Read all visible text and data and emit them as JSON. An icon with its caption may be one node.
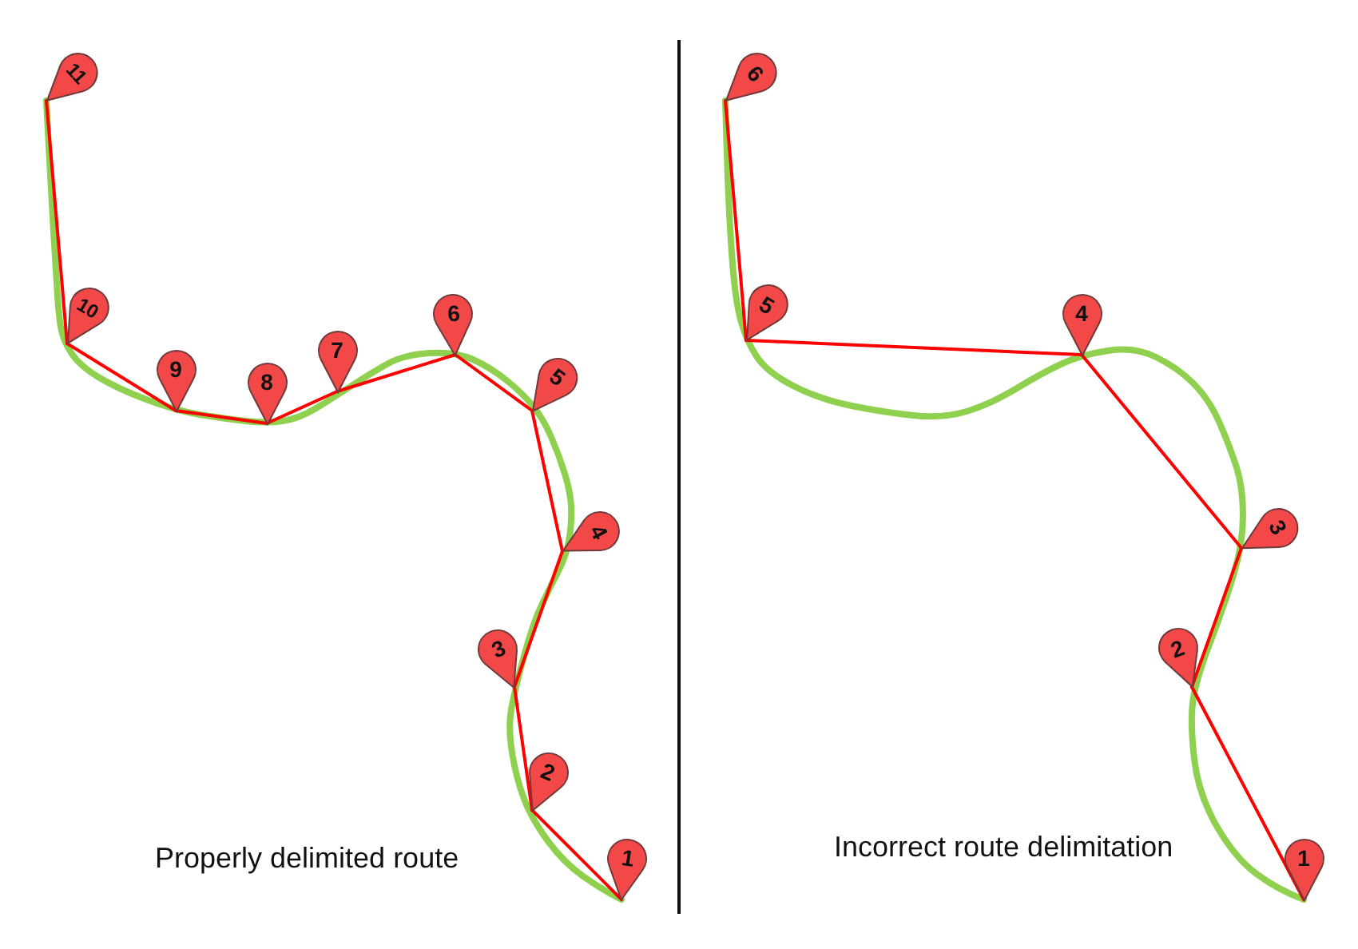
{
  "diagram": {
    "nodes": [
      {
        "text": [
          "1"
        ]
      },
      {
        "text": [
          "2"
        ]
      },
      {
        "text": [
          "3"
        ]
      },
      {
        "text": [
          "4"
        ]
      },
      {
        "text": [
          "5"
        ]
      },
      {
        "text": [
          "6"
        ]
      },
      {
        "text": [
          "7"
        ]
      },
      {
        "text": [
          "8"
        ]
      },
      {
        "text": [
          "9"
        ]
      },
      {
        "text": [
          "10"
        ]
      },
      {
        "text": [
          "11"
        ]
      },
      {
        "text": [
          "1"
        ]
      },
      {
        "text": [
          "2"
        ]
      },
      {
        "text": [
          "3"
        ]
      },
      {
        "text": [
          "4"
        ]
      },
      {
        "text": [
          "5"
        ]
      },
      {
        "text": [
          "6"
        ]
      }
    ],
    "edges": [
      {
        "from": 0,
        "to": 1,
        "arrow": "none"
      },
      {
        "from": 1,
        "to": 2,
        "arrow": "none"
      },
      {
        "from": 2,
        "to": 3,
        "arrow": "none"
      },
      {
        "from": 3,
        "to": 4,
        "arrow": "none"
      },
      {
        "from": 4,
        "to": 5,
        "arrow": "none"
      },
      {
        "from": 5,
        "to": 6,
        "arrow": "none"
      },
      {
        "from": 6,
        "to": 7,
        "arrow": "none"
      },
      {
        "from": 7,
        "to": 8,
        "arrow": "none"
      },
      {
        "from": 8,
        "to": 9,
        "arrow": "none"
      },
      {
        "from": 9,
        "to": 10,
        "arrow": "none"
      },
      {
        "from": 11,
        "to": 12,
        "arrow": "none"
      },
      {
        "from": 12,
        "to": 13,
        "arrow": "none"
      },
      {
        "from": 13,
        "to": 14,
        "arrow": "none"
      },
      {
        "from": 14,
        "to": 15,
        "arrow": "none"
      },
      {
        "from": 15,
        "to": 16,
        "arrow": "none"
      },
      {
        "from": 0,
        "to": 10,
        "arrow": "none",
        "style": "thick",
        "color": "#8fd14f"
      },
      {
        "from": 11,
        "to": 16,
        "arrow": "none",
        "style": "thick",
        "color": "#8fd14f"
      }
    ],
    "labels": [
      "Properly delimited route",
      "Incorrect route delimitation"
    ]
  }
}
